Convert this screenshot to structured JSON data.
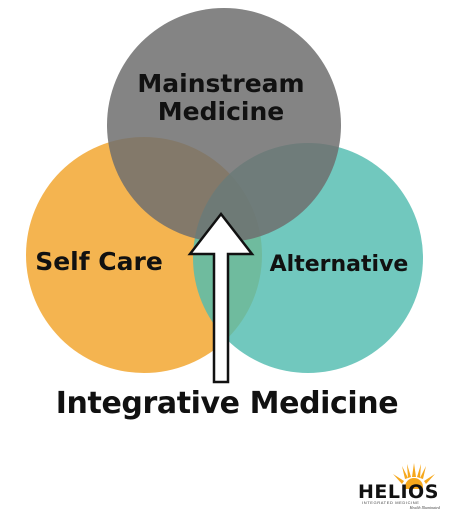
{
  "diagram": {
    "circles": {
      "top": {
        "label_line1": "Mainstream",
        "label_line2": "Medicine",
        "color": "#717171"
      },
      "left": {
        "label": "Self Care",
        "color": "#f2a731"
      },
      "right": {
        "label": "Alternative",
        "color": "#52bcb0"
      }
    },
    "arrow": {
      "direction": "up",
      "color": "#ffffff"
    },
    "caption": "Integrative Medicine"
  },
  "logo": {
    "name": "HELIOS",
    "subtitle": "INTEGRATED MEDICINE",
    "tagline": "Health Illuminated",
    "sun_color": "#f6a81c"
  }
}
